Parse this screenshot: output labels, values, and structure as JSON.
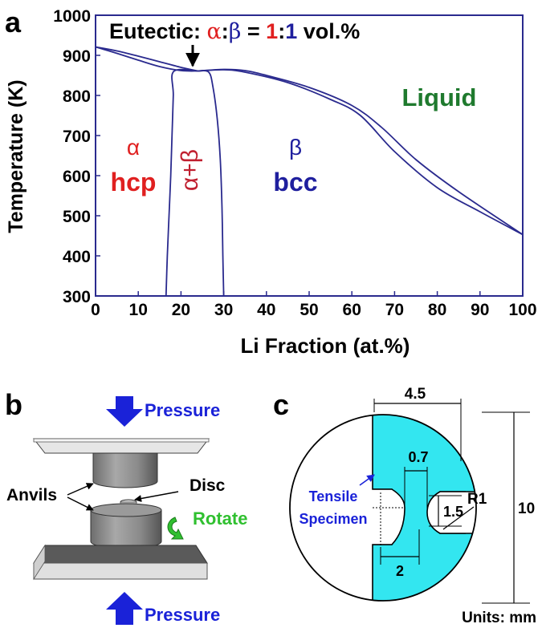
{
  "panels": {
    "a": "a",
    "b": "b",
    "c": "c"
  },
  "phase_diagram": {
    "ylabel": "Temperature (K)",
    "xlabel": "Li Fraction (at.%)",
    "x_ticks": [
      "0",
      "10",
      "20",
      "30",
      "40",
      "50",
      "60",
      "70",
      "80",
      "90",
      "100"
    ],
    "y_ticks": [
      "300",
      "400",
      "500",
      "600",
      "700",
      "800",
      "900",
      "1000"
    ],
    "title_prefix": "Eutectic: ",
    "title_alpha": "α",
    "title_colon1": ":",
    "title_beta": "β",
    "title_eq": " = ",
    "title_one_a": "1",
    "title_colon2": ":",
    "title_one_b": "1",
    "title_suffix": " vol.%",
    "alpha_symbol": "α",
    "alpha_phase": "hcp",
    "alpha_beta": "α+β",
    "beta_symbol": "β",
    "beta_phase": "bcc",
    "liquid": "Liquid",
    "colors": {
      "alpha": "#e02020",
      "beta": "#1f1f9e",
      "liquid": "#1f7a2e",
      "line": "#2a2a8e"
    }
  },
  "chart_data": {
    "type": "line",
    "xlabel": "Li Fraction (at.%)",
    "ylabel": "Temperature (K)",
    "xlim": [
      0,
      100
    ],
    "ylim": [
      300,
      1000
    ],
    "grid": false,
    "series": [
      {
        "points": [
          [
            0,
            921
          ],
          [
            5,
            905
          ],
          [
            10,
            888
          ],
          [
            15,
            872
          ],
          [
            20,
            862
          ],
          [
            24,
            861
          ]
        ]
      },
      {
        "points": [
          [
            0,
            921
          ],
          [
            5,
            911
          ],
          [
            10,
            898
          ],
          [
            15,
            884
          ],
          [
            20,
            870
          ],
          [
            24,
            861
          ]
        ]
      },
      {
        "points": [
          [
            16.5,
            300
          ],
          [
            16.8,
            400
          ],
          [
            17.2,
            500
          ],
          [
            17.6,
            600
          ],
          [
            17.9,
            700
          ],
          [
            18.2,
            800
          ],
          [
            18.3,
            860
          ],
          [
            24,
            861
          ]
        ]
      },
      {
        "points": [
          [
            24,
            861
          ],
          [
            26.5,
            858
          ],
          [
            27.5,
            820
          ],
          [
            28.5,
            740
          ],
          [
            29.2,
            640
          ],
          [
            29.6,
            520
          ],
          [
            29.8,
            400
          ],
          [
            30,
            300
          ]
        ]
      },
      {
        "points": [
          [
            24,
            861
          ],
          [
            30,
            865
          ],
          [
            35,
            862
          ],
          [
            40,
            850
          ],
          [
            50,
            820
          ],
          [
            60,
            775
          ],
          [
            67,
            720
          ],
          [
            75,
            640
          ],
          [
            85,
            560
          ],
          [
            100,
            453
          ]
        ]
      },
      {
        "points": [
          [
            24,
            861
          ],
          [
            30,
            864
          ],
          [
            35,
            858
          ],
          [
            45,
            832
          ],
          [
            55,
            790
          ],
          [
            62,
            750
          ],
          [
            70,
            660
          ],
          [
            80,
            570
          ],
          [
            90,
            510
          ],
          [
            100,
            453
          ]
        ]
      }
    ],
    "annotations": [
      "α hcp",
      "α+β",
      "β bcc",
      "Liquid"
    ]
  },
  "hpt_setup": {
    "pressure_top": "Pressure",
    "pressure_bottom": "Pressure",
    "anvils": "Anvils",
    "disc": "Disc",
    "rotate": "Rotate",
    "colors": {
      "arrow": "#1a22d8",
      "rotate": "#30c030"
    }
  },
  "specimen": {
    "dim_width": "4.5",
    "dim_neck": "0.7",
    "dim_gauge": "1.5",
    "dim_shoulder": "2",
    "dim_radius": "R1",
    "dim_diameter": "10",
    "label_line1": "Tensile",
    "label_line2": "Specimen",
    "units": "Units: mm",
    "colors": {
      "fill": "#33e6f0",
      "label": "#1a22d8"
    }
  }
}
